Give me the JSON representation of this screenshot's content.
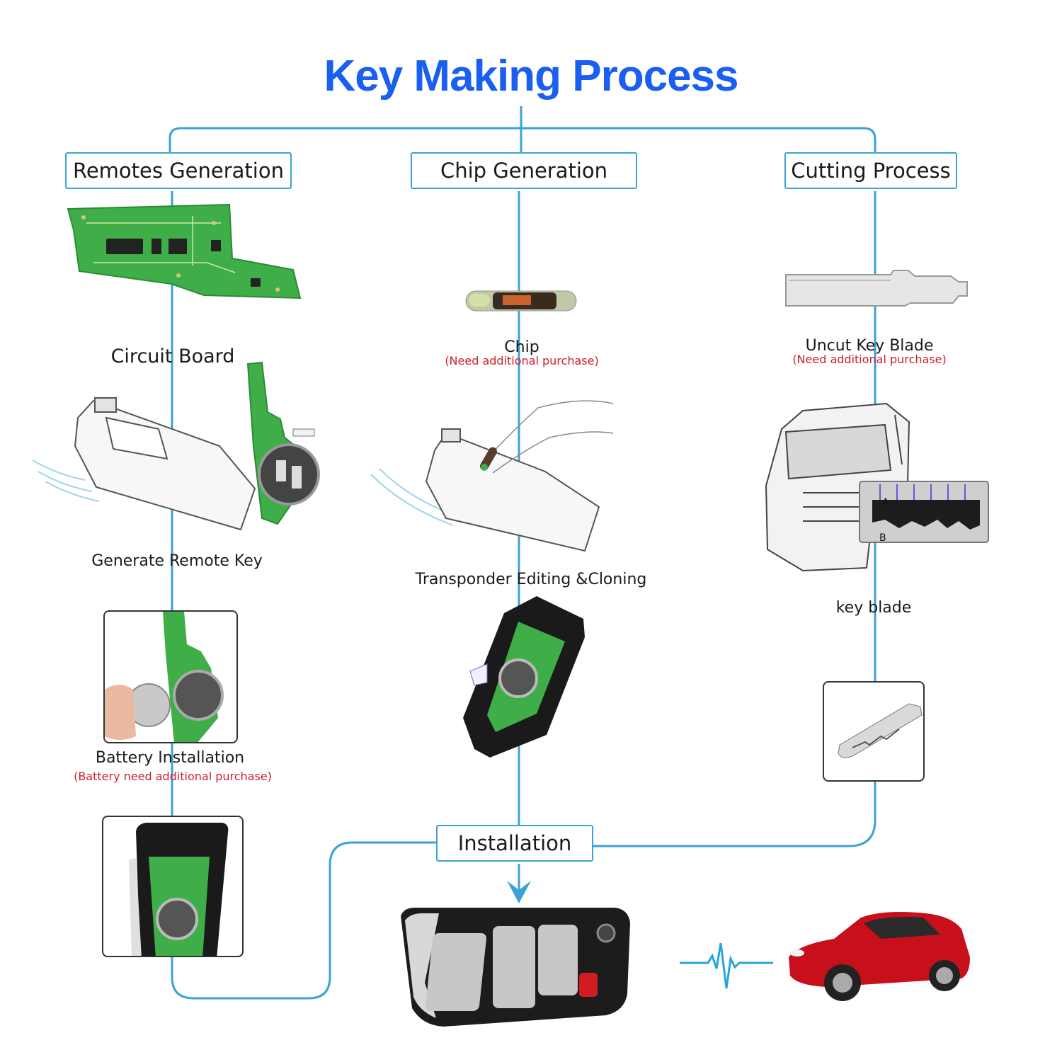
{
  "title": "Key Making Process",
  "colors": {
    "title": "#1a5ff0",
    "connector": "#3aa2d6",
    "note": "#cc1f2a",
    "pcb_green": "#3fae49",
    "car_red": "#c8101c"
  },
  "stages": {
    "remotes": "Remotes Generation",
    "chip": "Chip Generation",
    "cutting": "Cutting Process",
    "installation": "Installation"
  },
  "steps": {
    "circuit_board": "Circuit Board",
    "chip": "Chip",
    "chip_note": "(Need additional purchase)",
    "uncut_blade": "Uncut Key  Blade",
    "uncut_blade_note": "(Need additional purchase)",
    "generate_remote": "Generate Remote Key",
    "transponder": "Transponder Editing &Cloning",
    "key_blade": "key blade",
    "battery": "Battery Installation",
    "battery_note": "(Battery need additional purchase)"
  },
  "icons": {
    "circuit_board": "circuit-board-image",
    "chip": "transponder-chip-image",
    "uncut_blade": "uncut-key-blade-image",
    "key_programmer_remote": "key-programmer-device-image",
    "key_programmer_chip": "key-programmer-chip-image",
    "cutting_machine": "key-cutting-machine-image",
    "battery": "battery-installation-photo",
    "remote_shell": "remote-shell-photo",
    "flip_key": "flip-key-image",
    "cut_blade": "cut-key-blade-photo",
    "finished_key": "finished-remote-key-image",
    "signal": "signal-wave-icon",
    "car": "red-car-image"
  }
}
